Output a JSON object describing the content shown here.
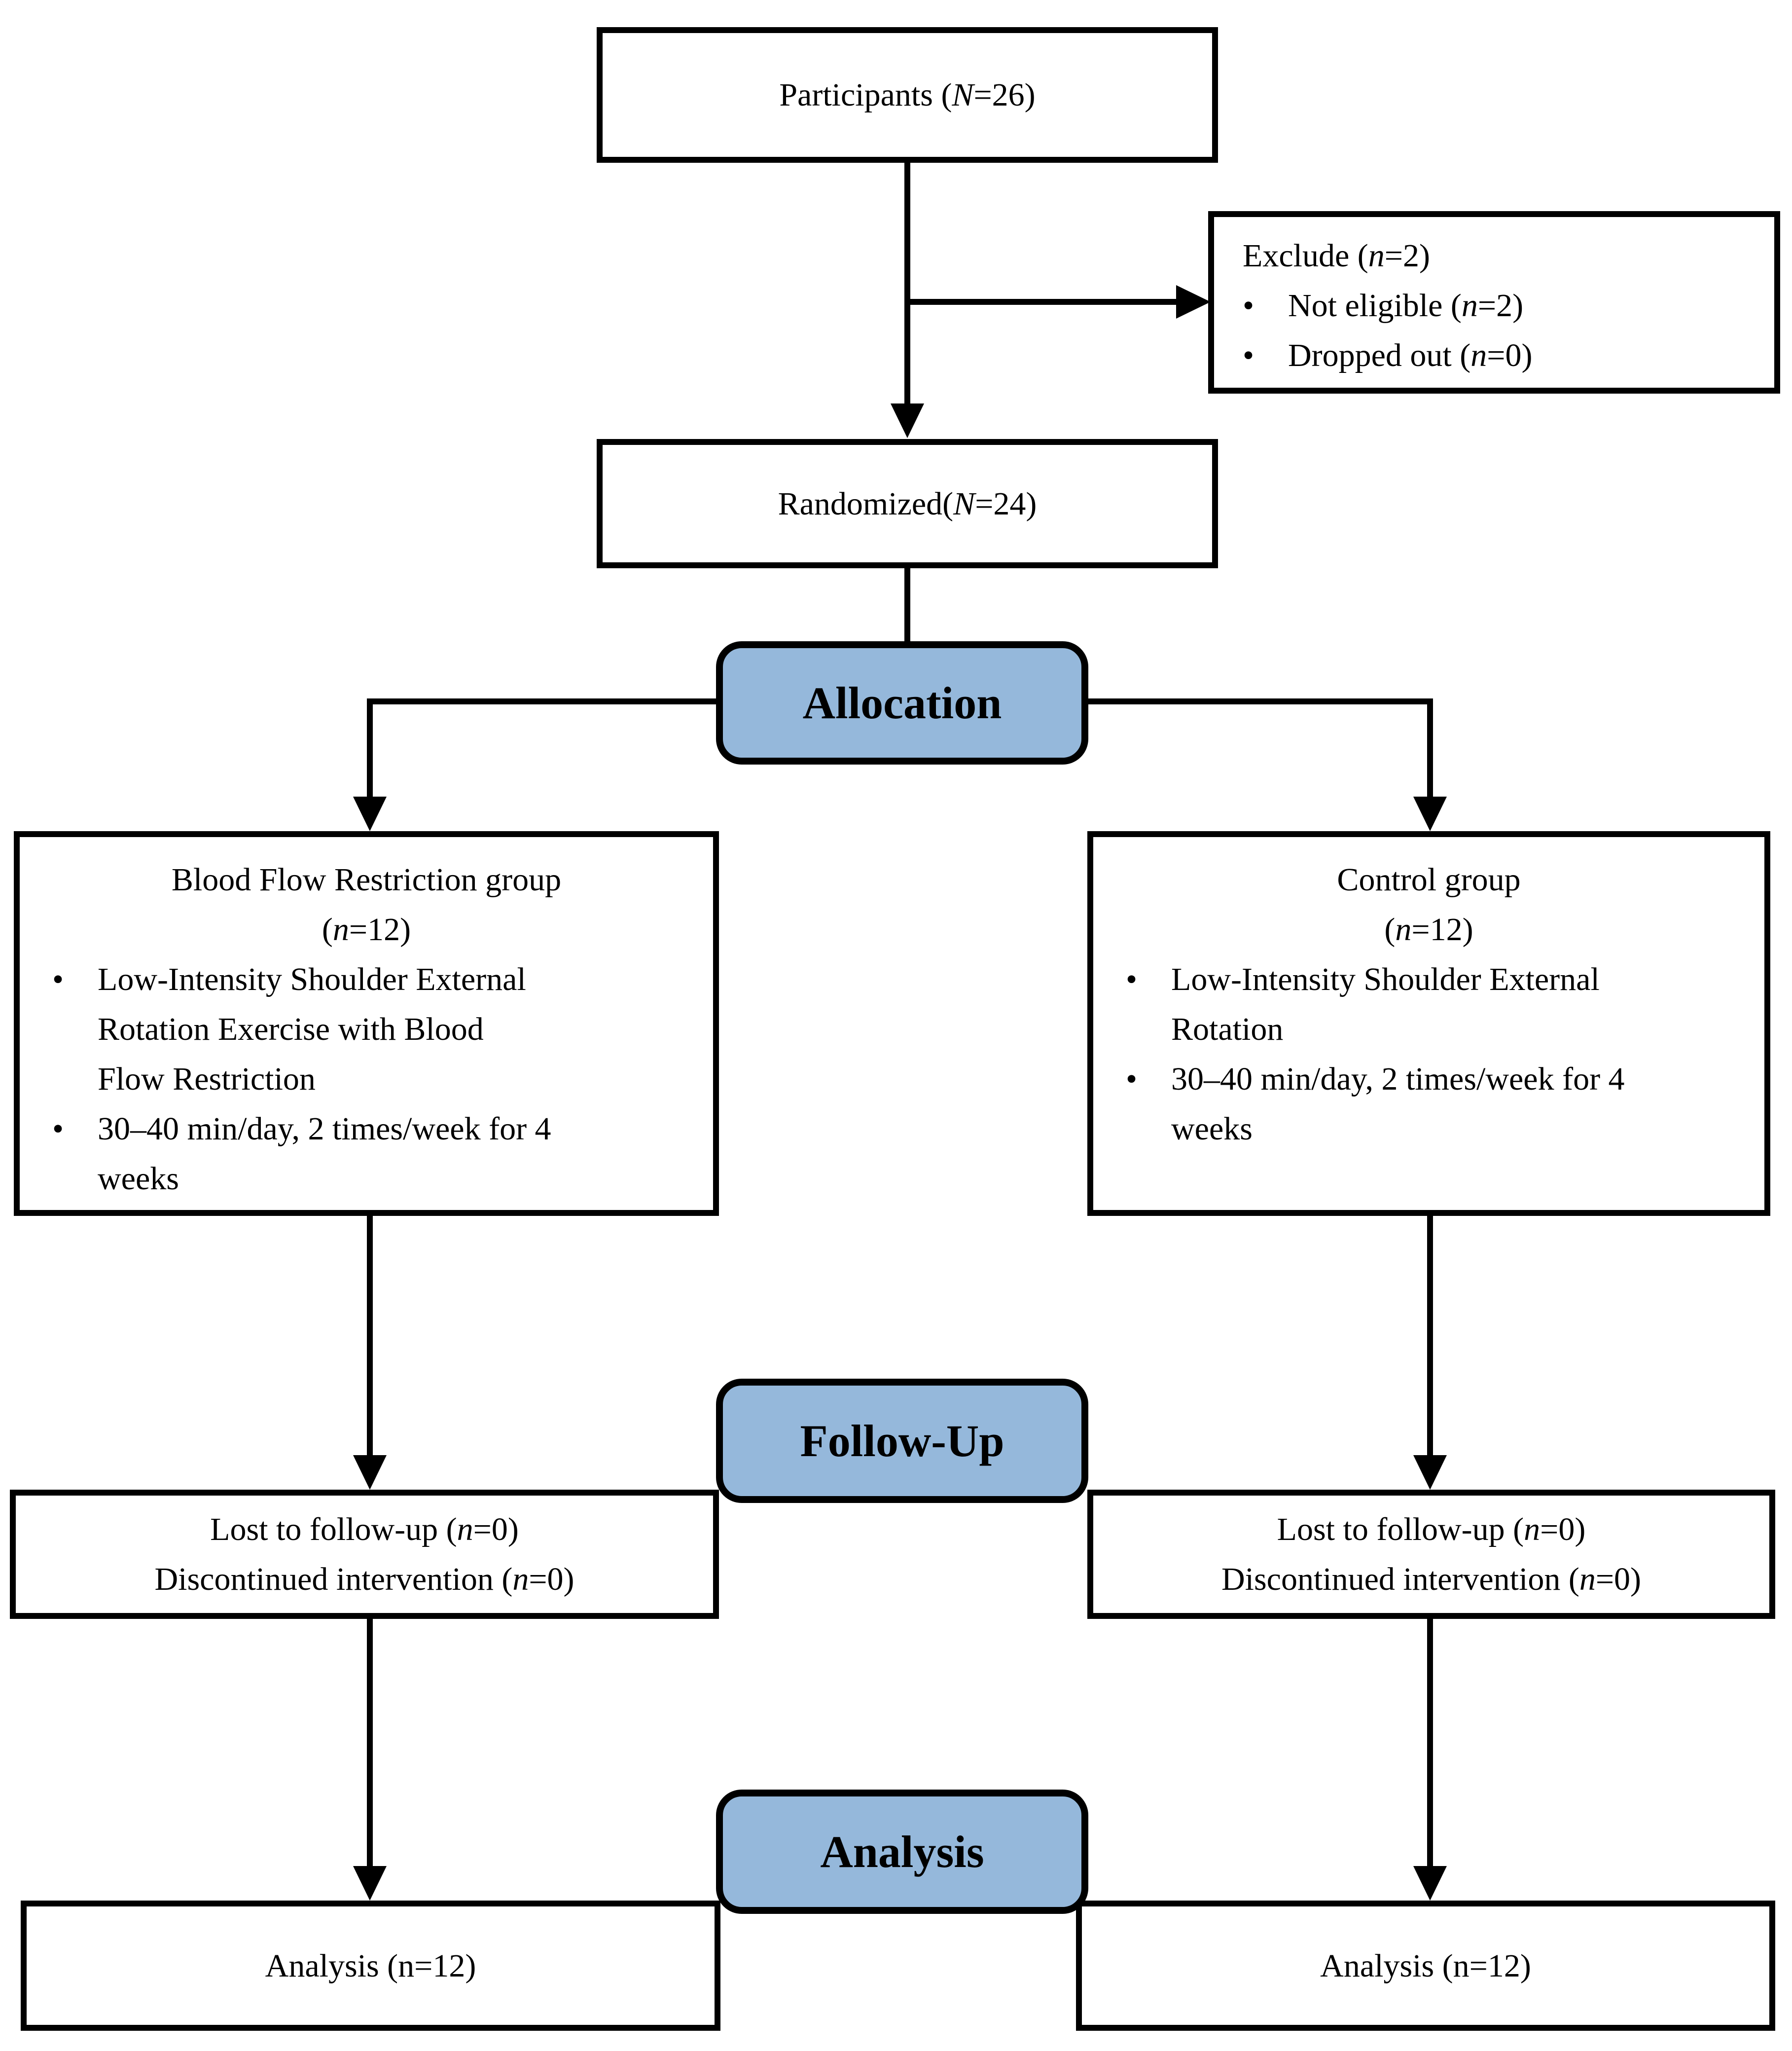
{
  "colors": {
    "stage_fill": "#95b8db",
    "line": "#000000",
    "box_bg": "#ffffff",
    "text": "#000000"
  },
  "glyphs": {
    "bullet": "•"
  },
  "nodes": {
    "participants": {
      "pre": "Participants (",
      "var": "N",
      "post": "=26)"
    },
    "exclude": {
      "title": {
        "pre": "Exclude (",
        "var": "n",
        "post": "=2)"
      },
      "items": [
        {
          "pre": "Not eligible (",
          "var": "n",
          "post": "=2)"
        },
        {
          "pre": "Dropped out (",
          "var": "n",
          "post": "=0)"
        }
      ]
    },
    "randomized": {
      "pre": "Randomized(",
      "var": "N",
      "post": "=24)"
    },
    "stages": {
      "allocation": "Allocation",
      "followup": "Follow-Up",
      "analysis": "Analysis"
    },
    "group_left": {
      "title": "Blood Flow Restriction group",
      "count": {
        "pre": "(",
        "var": "n",
        "post": "=12)"
      },
      "bullets": [
        {
          "lines": [
            "Low-Intensity Shoulder External",
            "Rotation Exercise with Blood",
            "Flow Restriction"
          ]
        },
        {
          "lines": [
            "30–40 min/day, 2 times/week for 4",
            "weeks"
          ]
        }
      ]
    },
    "group_right": {
      "title": "Control group",
      "count": {
        "pre": "(",
        "var": "n",
        "post": "=12)"
      },
      "bullets": [
        {
          "lines": [
            "Low-Intensity Shoulder External",
            "Rotation"
          ]
        },
        {
          "lines": [
            "30–40 min/day, 2 times/week for 4",
            "weeks"
          ]
        }
      ]
    },
    "followup_left": {
      "line1": {
        "pre": "Lost to follow-up (",
        "var": "n",
        "post": "=0)"
      },
      "line2": {
        "pre": "Discontinued intervention (",
        "var": "n",
        "post": "=0)"
      }
    },
    "followup_right": {
      "line1": {
        "pre": "Lost to follow-up (",
        "var": "n",
        "post": "=0)"
      },
      "line2": {
        "pre": "Discontinued intervention (",
        "var": "n",
        "post": "=0)"
      }
    },
    "analysis_left": {
      "text": "Analysis (n=12)"
    },
    "analysis_right": {
      "text": "Analysis (n=12)"
    }
  }
}
